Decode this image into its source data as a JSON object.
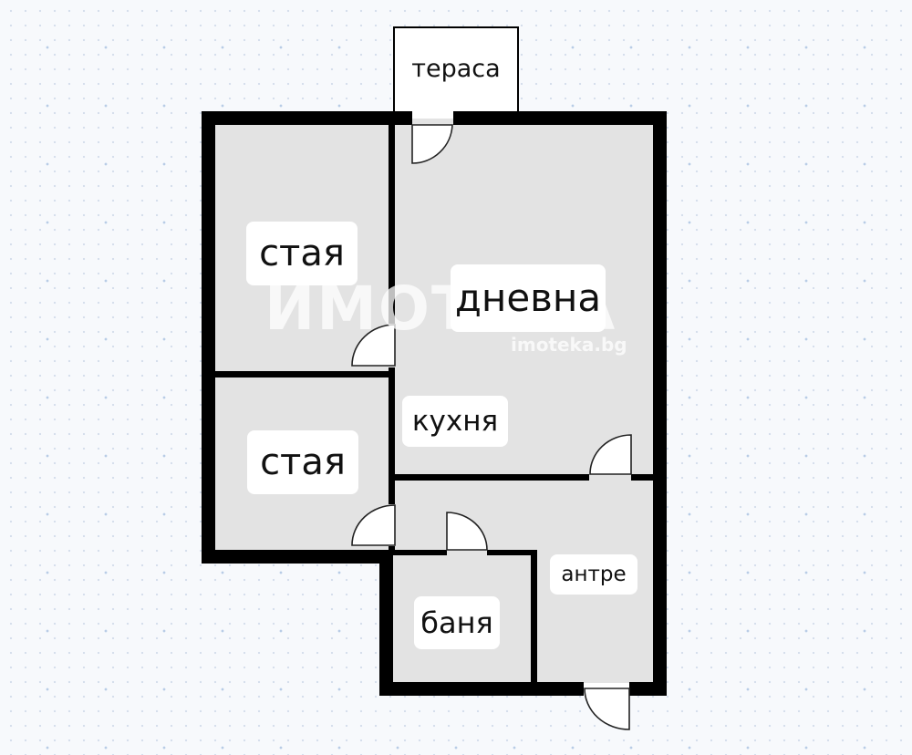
{
  "rooms": {
    "terrace": "тераса",
    "room_top": "стая",
    "room_bottom": "стая",
    "living": "дневна",
    "kitchen": "кухня",
    "bathroom": "баня",
    "hallway": "антре"
  },
  "watermark": {
    "brand": "ИМОТЕКА",
    "site": "imoteka.bg"
  },
  "colors": {
    "wall": "#000000",
    "floor": "#e3e3e3",
    "label_bg": "#ffffff",
    "grid_dot": "#b8cce6"
  }
}
